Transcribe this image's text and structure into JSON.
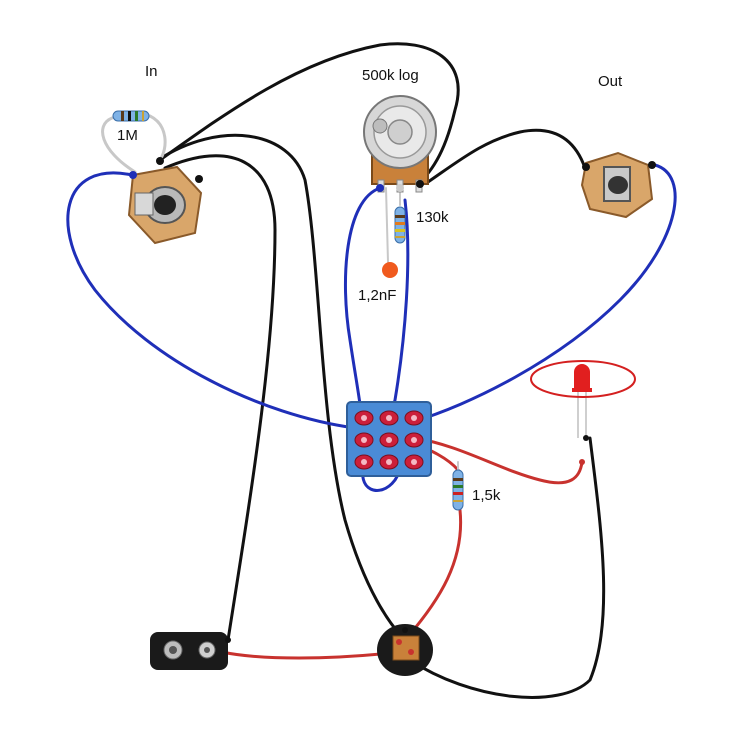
{
  "labels": {
    "in": "In",
    "out": "Out",
    "pot": "500k log",
    "r_1m": "1M",
    "r_130k": "130k",
    "cap": "1,2nF",
    "r_1_5k": "1,5k"
  },
  "colors": {
    "wire_black": "#111111",
    "wire_blue": "#1f2fb8",
    "wire_red": "#c8322e",
    "wire_grey": "#c8c8c8",
    "jack_body": "#d9a66a",
    "switch_blue": "#4a8bd6",
    "switch_lug": "#cc1f3a",
    "resistor_body": "#7fb2e6",
    "cap_orange": "#f05a1e",
    "led_red": "#e11f1f",
    "highlight": "#d42020"
  }
}
